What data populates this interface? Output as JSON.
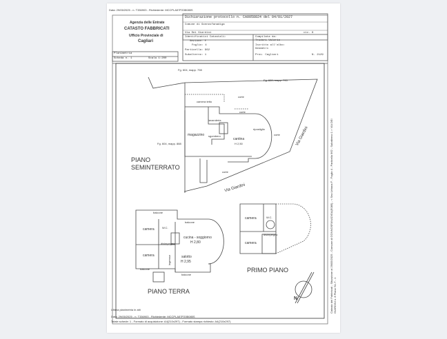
{
  "header_top": "Data: 29/05/2025 - n. T336903 - Richiedente: MCCPLA57P20B085S",
  "agency": {
    "line1": "Agenzia delle Entrate",
    "line2": "CATASTO FABBRICATI",
    "line3": "Ufficio Provinciale di",
    "line4": "Cagliari"
  },
  "declaration": "Dichiarazione protocollo n. CA0058824  del 04/01/2027",
  "comune": "Comune di Gonnosfanadiga",
  "address": "Via Dei Giardini",
  "civ": "civ. 8",
  "identifiers": {
    "title": "Identificativi Catastali:",
    "sezione": "Sezione: F",
    "foglio": "Foglio: 4",
    "particella": "Particella: 962",
    "subalterno": "Subalterno: 1"
  },
  "compiled": {
    "label": "Compilata da:",
    "name": "Trudori Valerio",
    "albo_label": "Iscritto all'albo:",
    "albo": "Geometri",
    "prov": "Prov. Cagliari",
    "num": "N. 2129"
  },
  "plan": {
    "title": "Planimetria",
    "scheda": "Scheda n. 1",
    "scala": "Scala 1:200"
  },
  "labels": {
    "fg604_798": "Fg. 604, mapp. 798",
    "fg600_795": "Fg. 600, mapp. 795",
    "fg604_888": "Fg. 604, mapp. 888",
    "corte": "corte",
    "corte2": "corte",
    "corte3": "corte",
    "corte4": "corte",
    "camera_tetto": "camera tetto",
    "lavanderia": "lavanderia",
    "magazzino": "magazzino",
    "sgombero": "sgombero",
    "cantina": "cantina",
    "cantina_h": "H 2,50",
    "ripostiglio": "ripostiglio",
    "via_giardini_1": "Via Giardini",
    "via_giardini_2": "Via Giardini",
    "piano_seminterrato_1": "PIANO",
    "piano_seminterrato_2": "SEMINTERRATO",
    "balcone1": "balcone",
    "balcone2": "balcone",
    "balcone3": "balcone",
    "balcone4": "balcone",
    "camera1": "camera",
    "camera2": "camera",
    "wc1": "W.C.",
    "disimpegno1": "disimpegno",
    "cucina": "cucina - soggiorno",
    "cucina_h": "H 2,80",
    "salotto": "salotto",
    "salotto_h": "H 2,95",
    "ingresso": "ingresso",
    "piano_terra": "PIANO TERRA",
    "camera3": "camera",
    "camera4": "camera",
    "wc2": "W.C.",
    "disimpegno2": "disimpegno",
    "primo_piano": "PRIMO PIANO",
    "north": "N"
  },
  "footer": {
    "ultima": "Ultima planimetria in atti",
    "data": "Data: 29/05/2025 - n. T336903 - Richiedente: MCCPLA57P20B085S",
    "totale": "Totale schede: 1 - Formato di acquisizione: A4(210x297) - Formato stampa richiesto: A4(210x297)"
  },
  "side_text": "Catasto dei Fabbricati - Situazione al 29/05/2025 - Comune di GONNOSFANADIGA(E085) - < Sez.Urbana F - Foglio 4 - Particella 962 - Subalterno 1 > VIA DEI GIARDINI n. 8 Piano S1-T - 1"
}
